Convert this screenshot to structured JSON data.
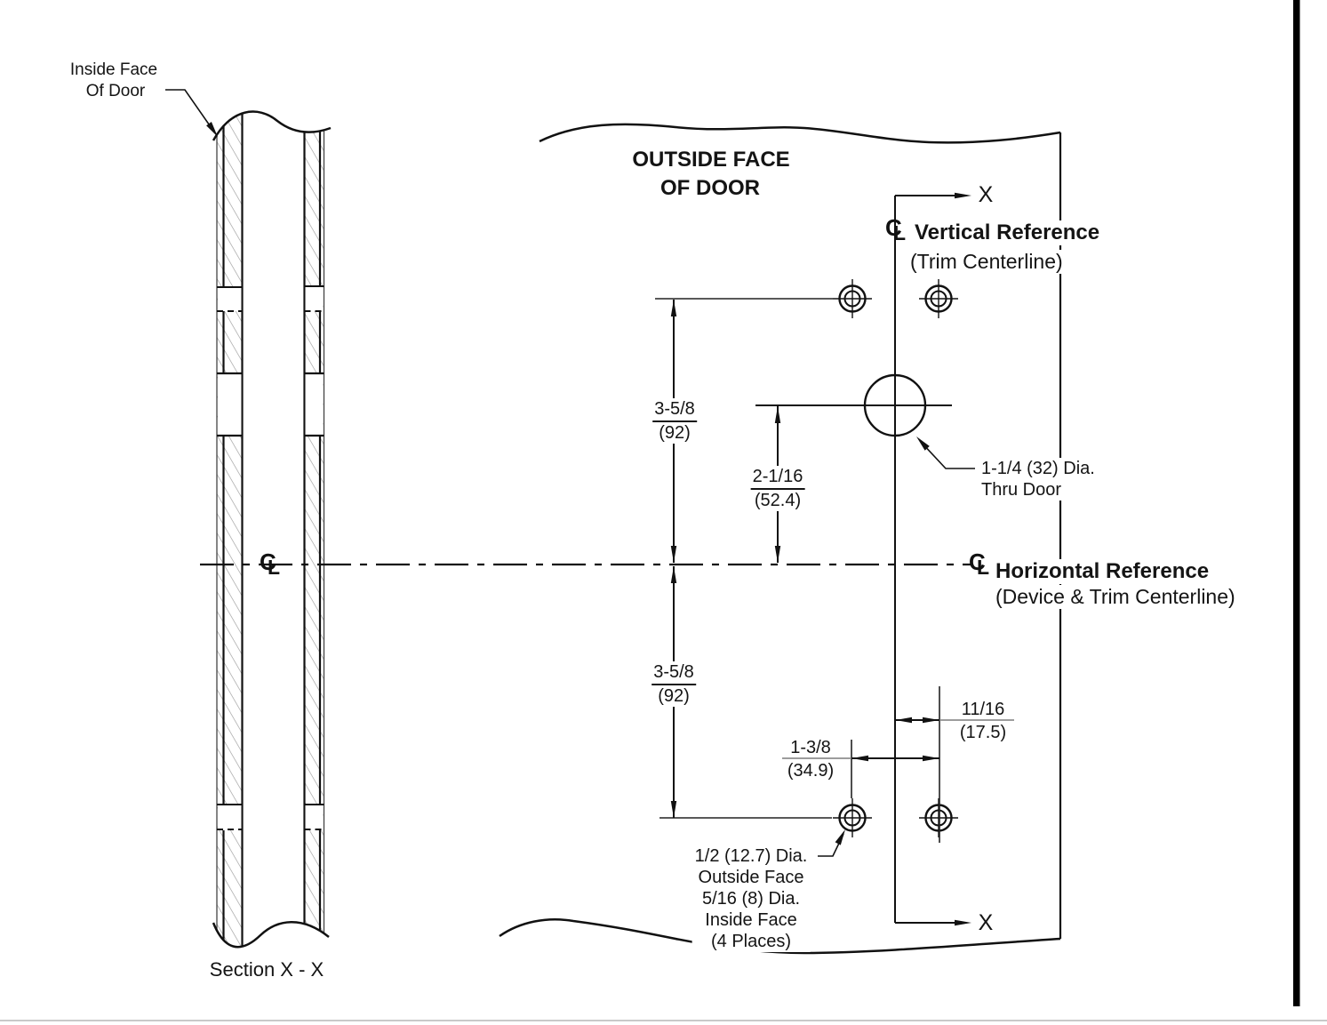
{
  "colors": {
    "line": "#111111",
    "hatch": "#9b9b9b",
    "dimension_shelf": "#7d7d7d",
    "page_edge_bar": "#000000",
    "bottom_rule": "#c9c9c9"
  },
  "drawing": {
    "section": {
      "label": "Section X - X",
      "inside_face_label": {
        "line1": "Inside Face",
        "line2": "Of Door"
      },
      "centerline_symbol": {
        "c": "C",
        "l": "L"
      }
    },
    "elevation": {
      "title": {
        "line1": "OUTSIDE FACE",
        "line2": "OF DOOR"
      },
      "section_cut_marker_top": "X",
      "section_cut_marker_bottom": "X",
      "vertical_reference": {
        "symbol": {
          "c": "C",
          "l": "L"
        },
        "title": "Vertical Reference",
        "subtitle": "(Trim Centerline)"
      },
      "horizontal_reference": {
        "symbol": {
          "c": "C",
          "l": "L"
        },
        "title": "Horizontal Reference",
        "subtitle": "(Device & Trim Centerline)"
      },
      "dimensions": {
        "top_hole_to_centerline": {
          "value": "3-5/8",
          "metric": "(92)"
        },
        "device_hole_to_centerline": {
          "value": "2-1/16",
          "metric": "(52.4)"
        },
        "centerline_to_bottom_hole": {
          "value": "3-5/8",
          "metric": "(92)"
        },
        "centerline_to_hole_column": {
          "value": "11/16",
          "metric": "(17.5)"
        },
        "hole_column_spacing": {
          "value": "1-3/8",
          "metric": "(34.9)"
        }
      },
      "callouts": {
        "thru_hole": {
          "line1": "1-1/4 (32) Dia.",
          "line2": "Thru Door"
        },
        "mounting_holes": {
          "line1": "1/2 (12.7) Dia.",
          "line2": "Outside Face",
          "line3": "5/16 (8) Dia.",
          "line4": "Inside Face",
          "line5": "(4 Places)"
        }
      }
    }
  }
}
